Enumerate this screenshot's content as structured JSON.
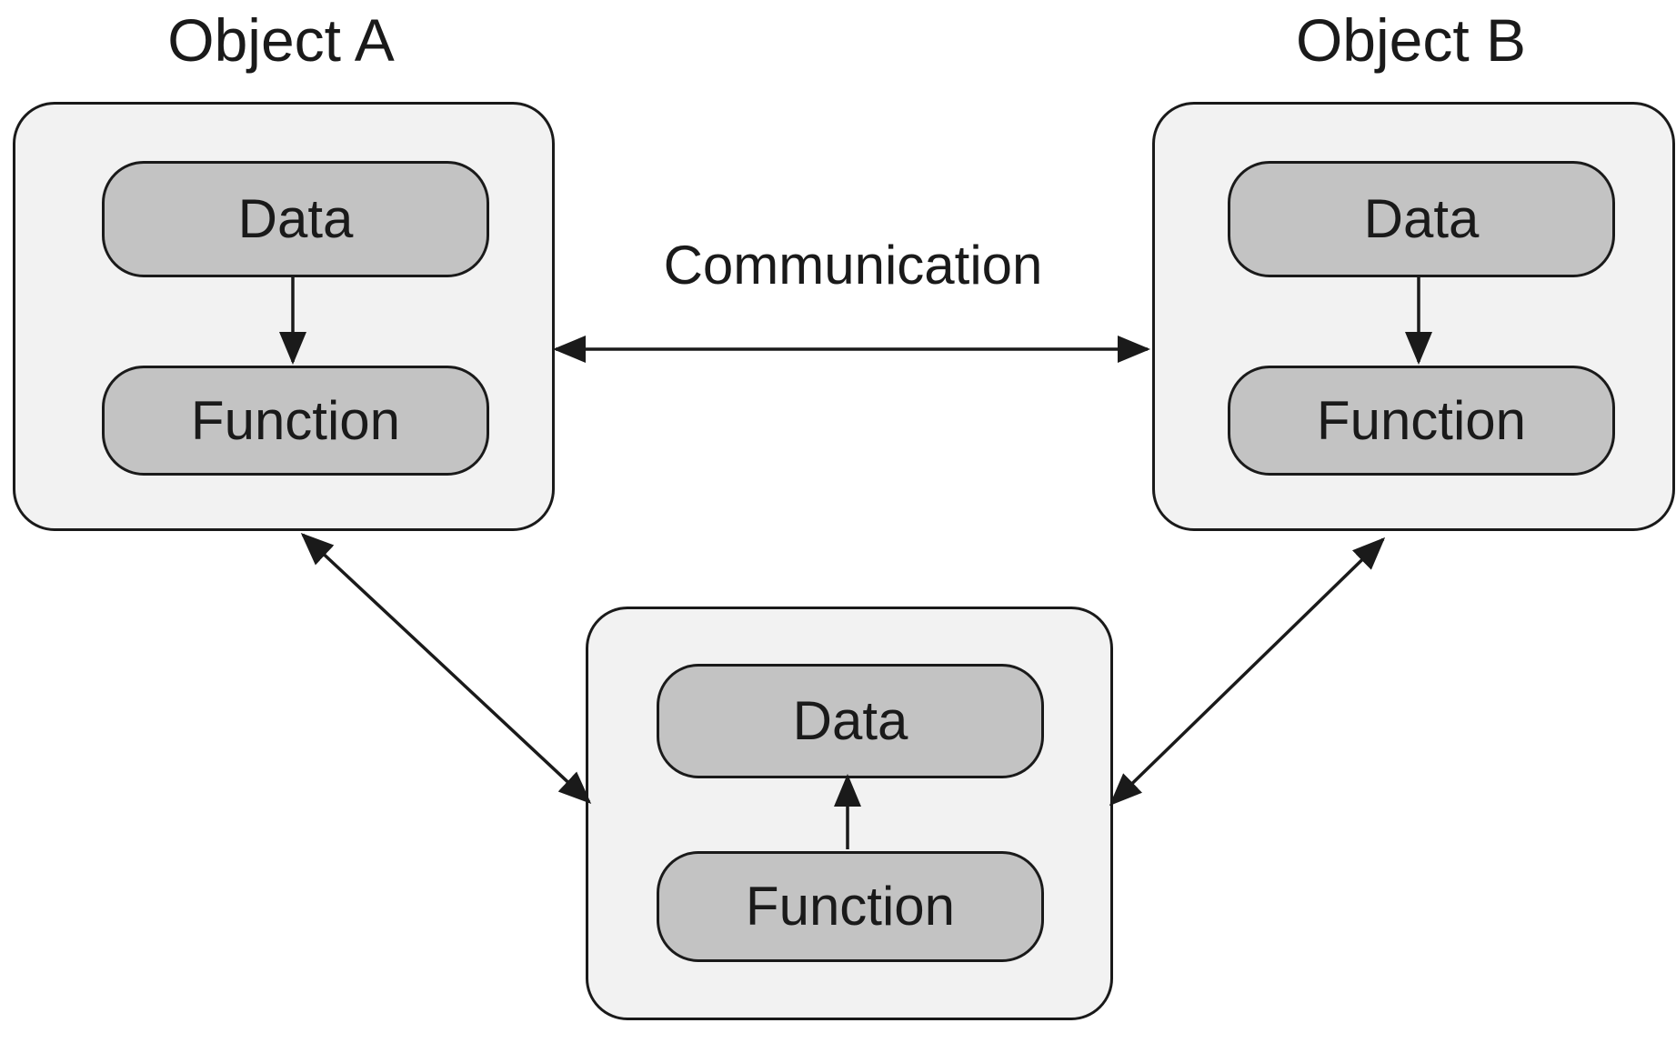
{
  "colors": {
    "background": "#ffffff",
    "object_fill": "#f2f2f2",
    "node_fill": "#c3c3c3",
    "line": "#1a1a1a"
  },
  "diagram": {
    "communication_label": "Communication",
    "objects": [
      {
        "title": "Object A",
        "data_label": "Data",
        "function_label": "Function",
        "internal_flow": "data-to-function"
      },
      {
        "title": "Object B",
        "data_label": "Data",
        "function_label": "Function",
        "internal_flow": "data-to-function"
      },
      {
        "title": "",
        "data_label": "Data",
        "function_label": "Function",
        "internal_flow": "function-to-data"
      }
    ]
  }
}
